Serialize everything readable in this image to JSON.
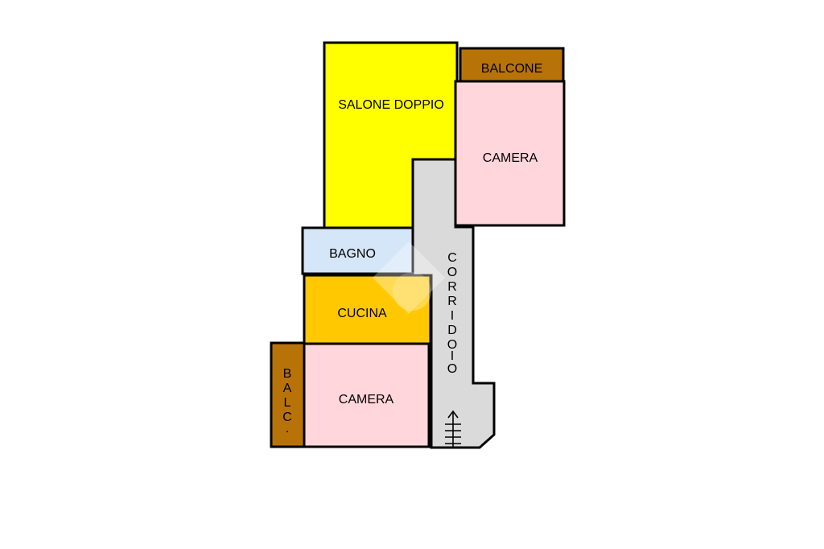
{
  "rooms": {
    "salone": {
      "label": "SALONE DOPPIO",
      "color": "#ffff00"
    },
    "balcone_top": {
      "label": "BALCONE",
      "color": "#b87308"
    },
    "camera_top": {
      "label": "CAMERA",
      "color": "#ffd6dc"
    },
    "bagno": {
      "label": "BAGNO",
      "color": "#d4e6f7"
    },
    "cucina": {
      "label": "CUCINA",
      "color": "#ffc800"
    },
    "camera_bottom": {
      "label": "CAMERA",
      "color": "#ffd6dc"
    },
    "balc_side": {
      "label": "BALC.",
      "letters": [
        "B",
        "A",
        "L",
        "C",
        "."
      ],
      "color": "#b87308"
    },
    "corridoio": {
      "label": "CORRIDOIO",
      "letters": [
        "C",
        "O",
        "R",
        "R",
        "I",
        "D",
        "O",
        "I",
        "O"
      ],
      "color": "#dadada"
    }
  },
  "icons": {
    "stairs": "stairs-arrow-icon",
    "watermark": "house-watermark-icon"
  }
}
